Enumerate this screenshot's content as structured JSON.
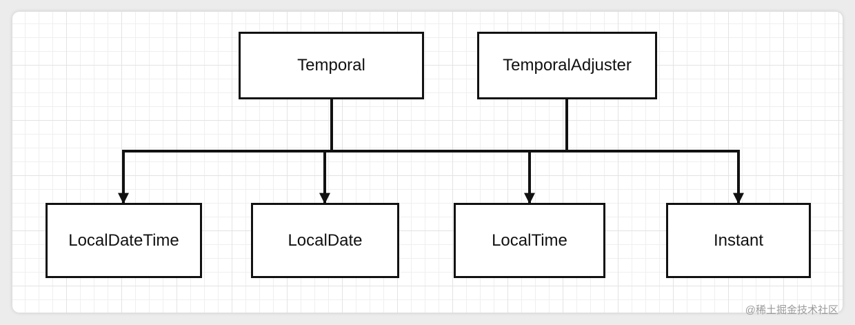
{
  "diagram": {
    "nodes": {
      "temporal": "Temporal",
      "temporal_adjuster": "TemporalAdjuster",
      "local_date_time": "LocalDateTime",
      "local_date": "LocalDate",
      "local_time": "LocalTime",
      "instant": "Instant"
    },
    "edges": [
      {
        "from": "Temporal",
        "to": "LocalDateTime"
      },
      {
        "from": "Temporal",
        "to": "LocalDate"
      },
      {
        "from": "Temporal",
        "to": "LocalTime"
      },
      {
        "from": "Temporal",
        "to": "Instant"
      },
      {
        "from": "TemporalAdjuster",
        "to": "LocalDateTime"
      },
      {
        "from": "TemporalAdjuster",
        "to": "LocalDate"
      },
      {
        "from": "TemporalAdjuster",
        "to": "LocalTime"
      },
      {
        "from": "TemporalAdjuster",
        "to": "Instant"
      }
    ],
    "line_color": "#111111"
  },
  "watermark": "@稀土掘金技术社区"
}
